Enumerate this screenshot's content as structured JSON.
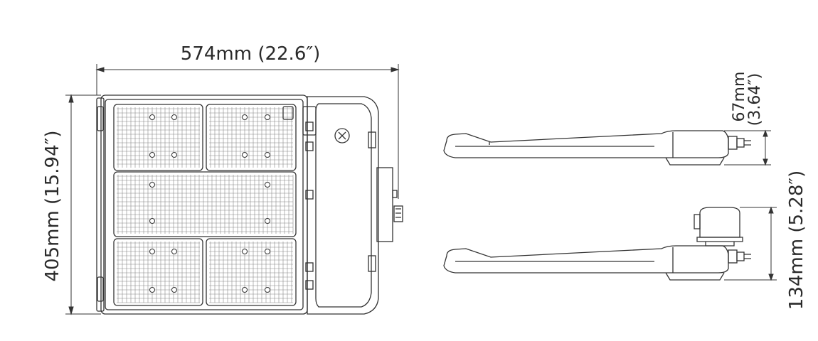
{
  "dimensions": {
    "width": "574mm (22.6″)",
    "height": "405mm (15.94″)",
    "side_height_mm": "67mm",
    "side_height_in": "(3.64″)",
    "bracket_height": "134mm (5.28″)"
  },
  "colors": {
    "line": "#333333",
    "text": "#2a2a2a"
  },
  "views": [
    "front-view",
    "side-view",
    "side-view-with-sensor"
  ]
}
